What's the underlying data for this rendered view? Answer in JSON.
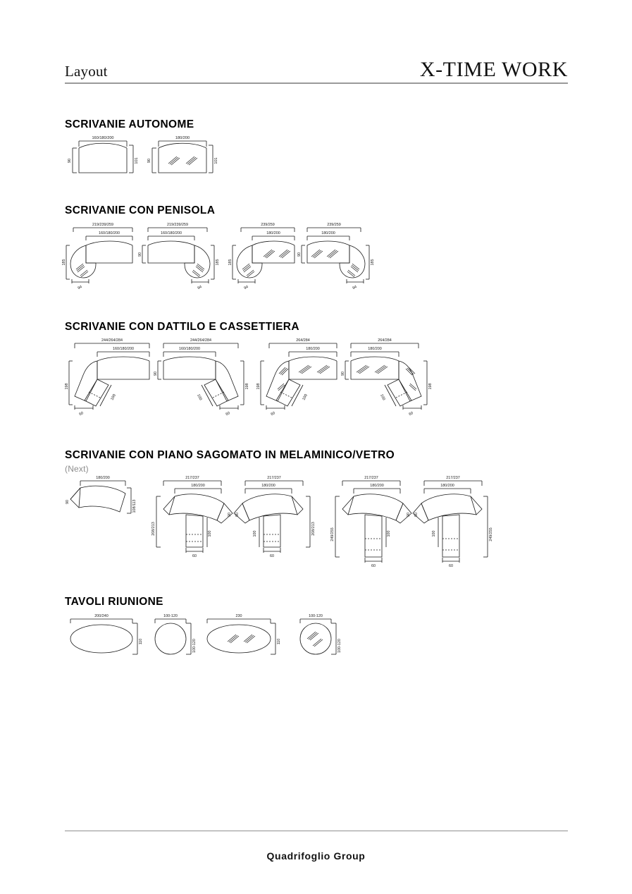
{
  "header": {
    "left_title": "Layout",
    "right_title": "X-TIME WORK"
  },
  "footer": {
    "company": "Quadrifoglio Group"
  },
  "sections": [
    {
      "id": "scrivanie-autonome",
      "title": "SCRIVANIE AUTONOME",
      "subtitle": "",
      "figures": [
        {
          "name": "desk-melamine",
          "width_label": "160/180/200",
          "depth_left": "90",
          "depth_right": "101",
          "glass": false
        },
        {
          "name": "desk-glass",
          "width_label": "180/200",
          "depth_left": "90",
          "depth_right": "101",
          "glass": true
        }
      ]
    },
    {
      "id": "scrivanie-con-penisola",
      "title": "SCRIVANIE CON PENISOLA",
      "subtitle": "",
      "figures": [
        {
          "name": "peninsula-left-melamine",
          "outer": "219/239/259",
          "top": "160/180/200",
          "depth": "185",
          "desk_depth": "90",
          "peninsula": "94",
          "glass": false
        },
        {
          "name": "peninsula-right-melamine",
          "outer": "219/239/259",
          "top": "160/180/200",
          "depth": "185",
          "desk_depth": "90",
          "peninsula": "94",
          "glass": false
        },
        {
          "name": "peninsula-left-glass",
          "outer": "239/259",
          "top": "180/200",
          "depth": "185",
          "desk_depth": "90",
          "peninsula": "94",
          "glass": true
        },
        {
          "name": "peninsula-right-glass",
          "outer": "239/259",
          "top": "180/200",
          "depth": "185",
          "desk_depth": "90",
          "peninsula": "94",
          "glass": true
        }
      ]
    },
    {
      "id": "scrivanie-con-dattilo-e-cassettiera",
      "title": "SCRIVANIE CON DATTILO E CASSETTIERA",
      "subtitle": "",
      "figures": [
        {
          "name": "dattilo-left-melamine",
          "outer": "244/264/284",
          "top": "160/180/200",
          "depth": "198",
          "desk_depth": "90",
          "return_len": "100",
          "return_width": "60",
          "glass": false
        },
        {
          "name": "dattilo-right-melamine",
          "outer": "244/264/284",
          "top": "160/180/200",
          "depth": "198",
          "desk_depth": "90",
          "return_len": "100",
          "return_width": "60",
          "glass": false
        },
        {
          "name": "dattilo-left-glass",
          "outer": "264/284",
          "top": "180/200",
          "depth": "198",
          "desk_depth": "90",
          "return_len": "100",
          "return_width": "60",
          "glass": true
        },
        {
          "name": "dattilo-right-glass",
          "outer": "264/284",
          "top": "180/200",
          "depth": "198",
          "desk_depth": "90",
          "return_len": "100",
          "return_width": "60",
          "glass": true
        }
      ]
    },
    {
      "id": "scrivanie-con-piano-sagomato",
      "title": "SCRIVANIE CON PIANO SAGOMATO IN MELAMINICO/VETRO",
      "subtitle": "(Next)",
      "figures": [
        {
          "name": "next-single-desk",
          "top": "180/200",
          "depth_left": "90",
          "depth_right": "108/113"
        },
        {
          "name": "next-left-short",
          "outer": "217/237",
          "top": "180/200",
          "depth": "208/213",
          "angle_panel": "90",
          "return_len": "100",
          "return_width": "60"
        },
        {
          "name": "next-right-short",
          "outer": "217/237",
          "top": "180/200",
          "depth": "208/213",
          "angle_panel": "90",
          "return_len": "100",
          "return_width": "60"
        },
        {
          "name": "next-left-long",
          "outer": "217/237",
          "top": "180/200",
          "depth": "249/255",
          "angle_panel": "90",
          "return_len": "100",
          "return_width": "60"
        },
        {
          "name": "next-right-long",
          "outer": "217/237",
          "top": "180/200",
          "depth": "249/255",
          "angle_panel": "90",
          "return_len": "100",
          "return_width": "60"
        }
      ]
    },
    {
      "id": "tavoli-riunione",
      "title": "TAVOLI RIUNIONE",
      "subtitle": "",
      "figures": [
        {
          "name": "oval-table-melamine",
          "width_label": "200/240",
          "depth_label": "110",
          "glass": false,
          "shape": "oval"
        },
        {
          "name": "round-table-melamine",
          "width_label": "100-120",
          "depth_label": "100-120",
          "glass": false,
          "shape": "round"
        },
        {
          "name": "oval-table-glass",
          "width_label": "230",
          "depth_label": "110",
          "glass": true,
          "shape": "oval"
        },
        {
          "name": "round-table-glass",
          "width_label": "100-120",
          "depth_label": "100-120",
          "glass": true,
          "shape": "round"
        }
      ]
    }
  ],
  "style": {
    "line_color": "#1a1a1a",
    "dim_color": "#1a1a1a",
    "subtitle_color": "#8d8d8d",
    "rule_color": "#9a9a9a"
  }
}
